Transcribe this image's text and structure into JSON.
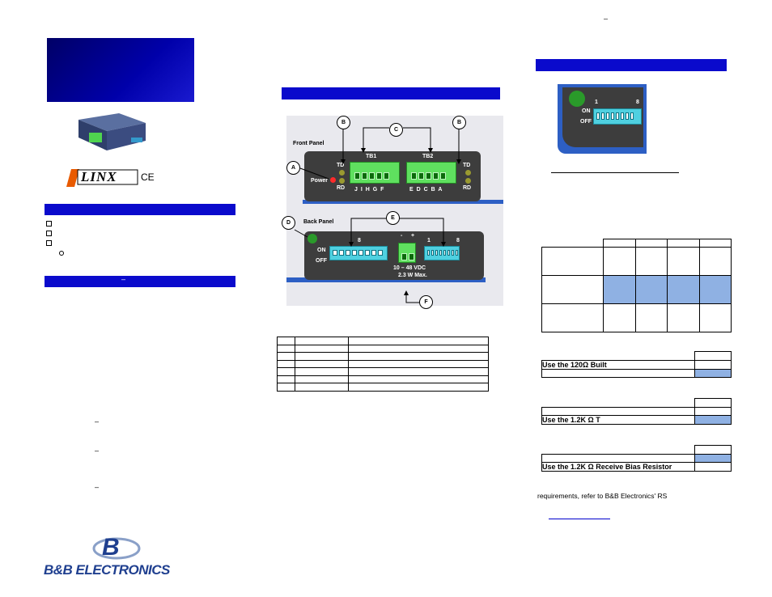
{
  "left": {
    "features": {
      "bullets": [
        "",
        "",
        ""
      ]
    },
    "dashes": [
      "–",
      "–",
      "–",
      "–"
    ],
    "logo": {
      "brand": "B&B ELECTRONICS",
      "mark": "B"
    },
    "badges": {
      "brand": "LINX",
      "ce": "CE"
    }
  },
  "panels": {
    "front_label": "Front Panel",
    "back_label": "Back Panel",
    "power": "Power",
    "td": "TD",
    "rd": "RD",
    "tb1": "TB1",
    "tb2": "TB2",
    "tb1_pins": "J I H G F",
    "tb2_pins": "E D C B A",
    "one": "1",
    "eight": "8",
    "on": "ON",
    "off": "OFF",
    "minus": "-",
    "plus": "+",
    "voltage": "10 – 48 VDC",
    "watts": "2.3 W Max.",
    "callouts": {
      "a": "A",
      "b": "B",
      "c": "C",
      "d": "D",
      "e": "E",
      "f": "F"
    }
  },
  "right": {
    "dip": {
      "one": "1",
      "eight": "8",
      "on": "ON",
      "off": "OFF"
    },
    "dash_top": "–",
    "opt1": "Use the 120Ω Built",
    "opt2": "Use the 1.2K Ω T",
    "opt3": "Use the 1.2K Ω Receive Bias Resistor",
    "footer_text": "requirements, refer to B&B Electronics' RS"
  },
  "colors": {
    "title_block": "#000099",
    "section_bar": "#0a0acc",
    "highlight": "#8fb1e3"
  }
}
